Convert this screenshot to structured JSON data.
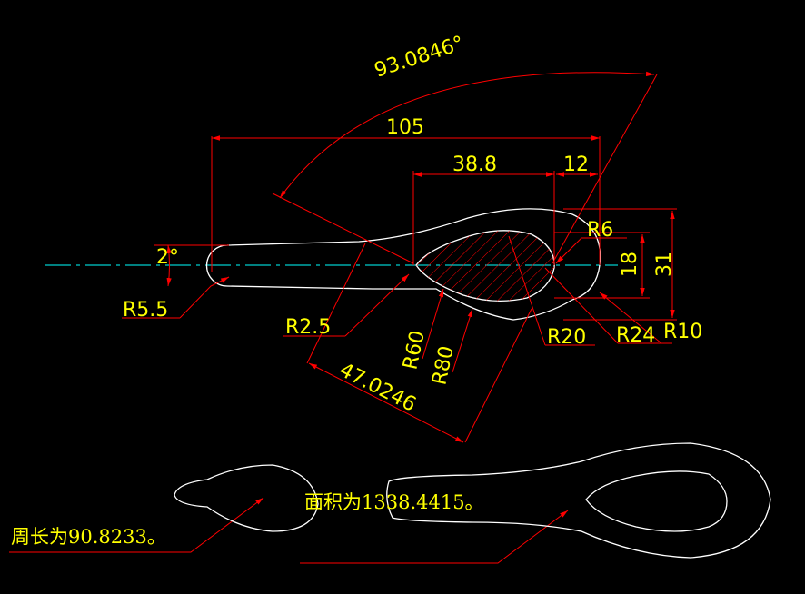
{
  "colors": {
    "background": "#000000",
    "outline": "#ffffff",
    "dimension": "#ff0000",
    "text": "#ffff00",
    "centerline": "#00ffff",
    "hatch": "#ff0000"
  },
  "dimensions": {
    "angle_top": "93.0846°",
    "length_total": "105",
    "length_mid": "38.8",
    "length_tip": "12",
    "angle_left": "2°",
    "r5_5": "R5.5",
    "r2_5": "R2.5",
    "r60": "R60",
    "r80": "R80",
    "oblique": "47.0246",
    "r20": "R20",
    "r24": "R24",
    "r10": "R10",
    "r6": "R6",
    "height_18": "18",
    "height_31": "31"
  },
  "notes": {
    "area": "面积为1338.4415。",
    "perimeter": "周长为90.8233。"
  }
}
